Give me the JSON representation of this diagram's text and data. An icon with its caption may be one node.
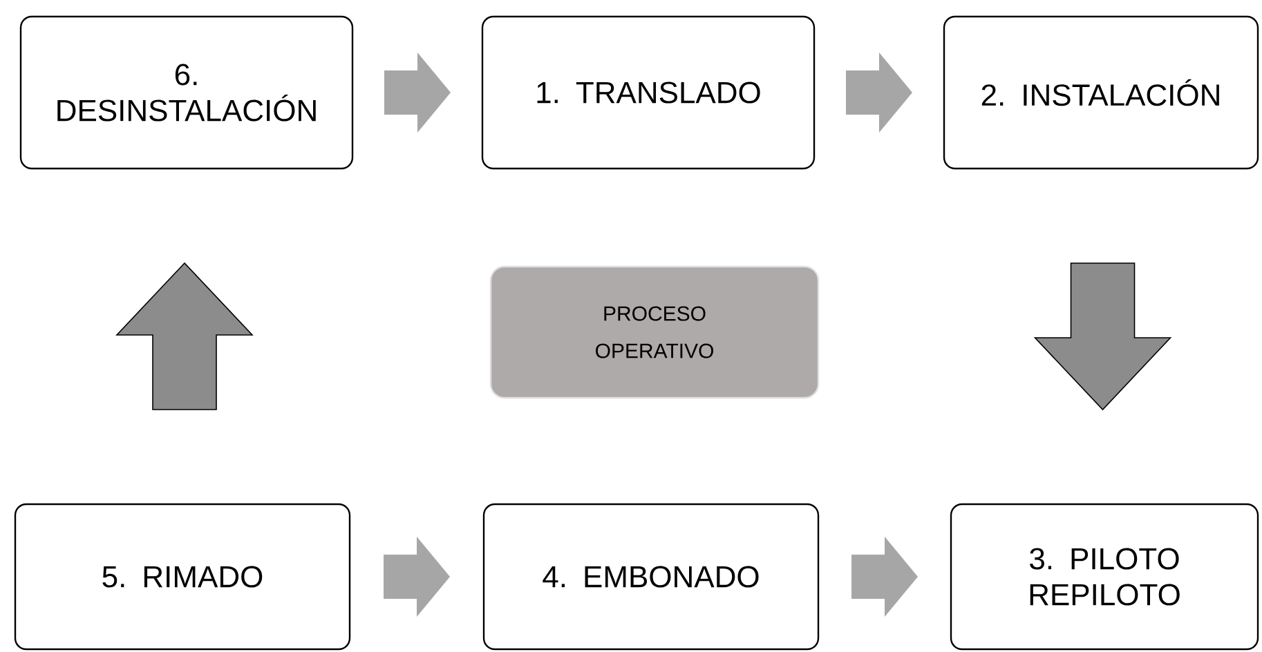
{
  "diagram": {
    "nodes": [
      {
        "text": [
          "6. DESINSTALACIÓN"
        ]
      },
      {
        "text": [
          "1. TRANSLADO"
        ]
      },
      {
        "text": [
          "2. INSTALACIÓN"
        ]
      },
      {
        "text": [
          "PROCESO OPERATIVO"
        ]
      },
      {
        "text": [
          "5. RIMADO"
        ]
      },
      {
        "text": [
          "4. EMBONADO"
        ]
      },
      {
        "text": [
          "3. PILOTO REPILOTO"
        ]
      }
    ],
    "edges": [
      {
        "from": 0,
        "to": 1,
        "arrow": "to"
      },
      {
        "from": 1,
        "to": 2,
        "arrow": "to"
      },
      {
        "from": 2,
        "to": 6,
        "arrow": "to"
      },
      {
        "from": 4,
        "to": 5,
        "arrow": "to"
      },
      {
        "from": 5,
        "to": 6,
        "arrow": "to"
      },
      {
        "from": 4,
        "to": 0,
        "arrow": "to"
      }
    ]
  }
}
